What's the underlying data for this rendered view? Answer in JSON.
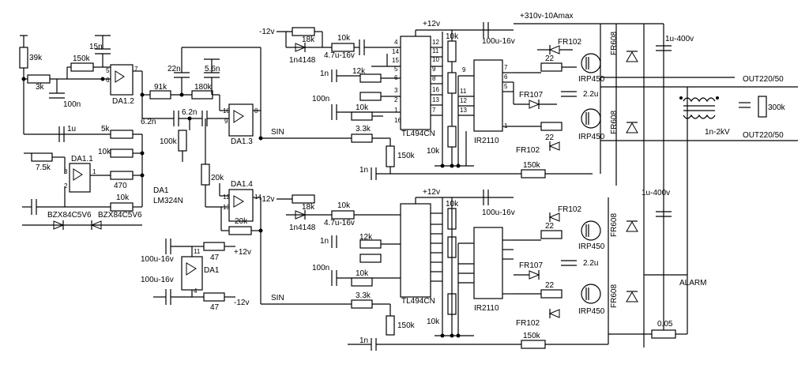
{
  "labels": {
    "rail_p12": "+12v",
    "rail_m12": "-12v",
    "rail_hv": "+310v-10Amax",
    "sin": "SIN",
    "out1": "OUT220/50",
    "out2": "OUT220/50",
    "alarm": "ALARM",
    "shunt": "0.05",
    "da1": "DA1",
    "lm324": "LM324N",
    "da11": "DA1.1",
    "da12": "DA1.2",
    "da13": "DA1.3",
    "da14": "DA1.4",
    "tl494": "TL494CN",
    "ir2110": "IR2110",
    "fr102": "FR102",
    "fr107": "FR107",
    "fr608": "FR608",
    "irp450": "IRP450",
    "zener": "BZX84C5V6",
    "diode1n4148": "1n4148"
  },
  "values": {
    "r39k": "39k",
    "r3k": "3k",
    "r150k": "150k",
    "c15n": "15n",
    "c100n": "100n",
    "c22n": "22n",
    "c56n": "5.6n",
    "r91k": "91k",
    "r180k": "180k",
    "c62n": "6.2n",
    "r100k": "100k",
    "c1u": "1u",
    "r5k": "5k",
    "r10k": "10k",
    "r75k": "7.5k",
    "r470": "470",
    "r20k": "20k",
    "r18k": "18k",
    "c47u": "4.7u-16v",
    "r12k": "12k",
    "c1n": "1n",
    "r33k": "3.3k",
    "c100u": "100u-16v",
    "r22": "22",
    "c22u": "2.2u",
    "c1u400": "1u-400v",
    "r300k": "300k",
    "c1n2kv": "1n-2kV",
    "r47": "47"
  },
  "pins": [
    "1",
    "2",
    "3",
    "4",
    "5",
    "6",
    "7",
    "8",
    "9",
    "10",
    "11",
    "12",
    "13",
    "14",
    "15",
    "16"
  ]
}
